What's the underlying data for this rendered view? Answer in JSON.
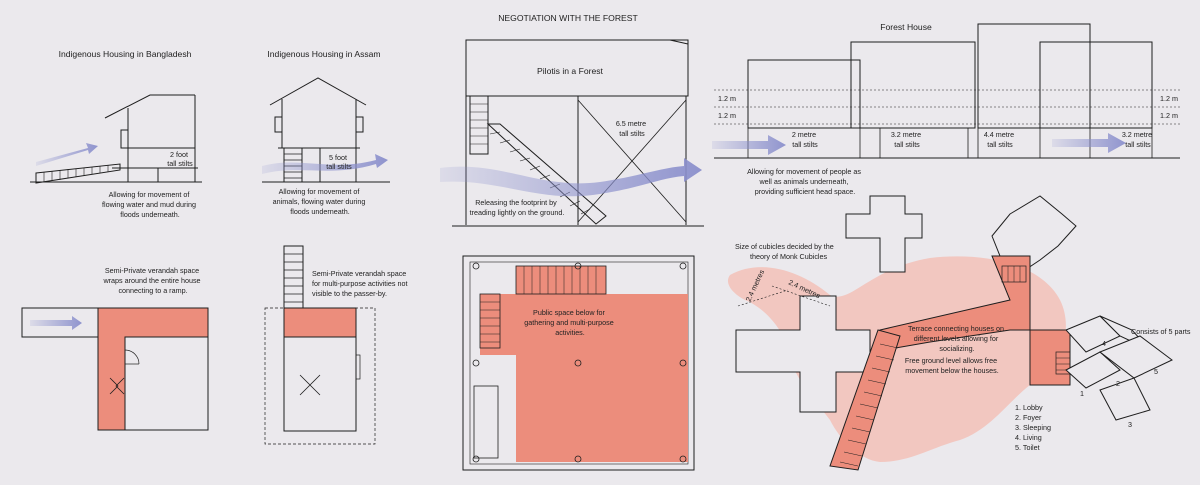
{
  "main_title": "NEGOTIATION WITH THE FOREST",
  "bangladesh": {
    "title": "Indigenous Housing in Bangladesh",
    "stilt_label": [
      "2 foot",
      "tall stilts"
    ],
    "caption": [
      "Allowing for movement of",
      "flowing water and mud during",
      "floods underneath."
    ],
    "verandah": [
      "Semi-Private verandah space",
      "wraps around the entire house",
      "connecting to a ramp."
    ]
  },
  "assam": {
    "title": "Indigenous Housing in Assam",
    "stilt_label": [
      "5 foot",
      "tall stilts"
    ],
    "caption": [
      "Allowing for movement of",
      "animals, flowing water during",
      "floods underneath."
    ],
    "verandah": [
      "Semi-Private verandah space",
      "for multi-purpose activities not",
      "visible to the passer-by."
    ]
  },
  "pilotis": {
    "title": "Pilotis in a Forest",
    "stilt_label": [
      "6.5 metre",
      "tall stilts"
    ],
    "caption": [
      "Releasing the footprint by",
      "treading lightly on the ground."
    ],
    "plan_caption": [
      "Public space below for",
      "gathering and multi-purpose",
      "activities."
    ]
  },
  "forest_house": {
    "title": "Forest House",
    "heights": [
      "1.2 m",
      "1.2 m"
    ],
    "stilts": [
      [
        "2 metre",
        "tall stilts"
      ],
      [
        "3.2 metre",
        "tall stilts"
      ],
      [
        "4.4 metre",
        "tall stilts"
      ],
      [
        "3.2 metre",
        "tall stilts"
      ]
    ],
    "caption": [
      "Allowing for movement of people as",
      "well as animals underneath,",
      "providing sufficient head space."
    ]
  },
  "cluster": {
    "cubicle_note": [
      "Size of cubicles decided by the",
      "theory of Monk Cubicles"
    ],
    "dim_a": "2.4 metres",
    "dim_b": "2.4 metres",
    "terrace": [
      "Terrace connecting houses on",
      "different levels allowing for",
      "socializing."
    ],
    "ground": [
      "Free ground level allows free",
      "movement below the houses."
    ],
    "parts_title": "Consists of 5 parts",
    "part_numbers": [
      "1",
      "2",
      "3",
      "4",
      "5"
    ],
    "legend": [
      "1. Lobby",
      "2. Foyer",
      "3. Sleeping",
      "4. Living",
      "5. Toilet"
    ]
  },
  "colors": {
    "background": "#ebe9ed",
    "salmon": "#ec8d7c",
    "pale_pink": "#f2c7c0",
    "flow_blue": "#8a8fcc",
    "line": "#1e1e1e"
  }
}
